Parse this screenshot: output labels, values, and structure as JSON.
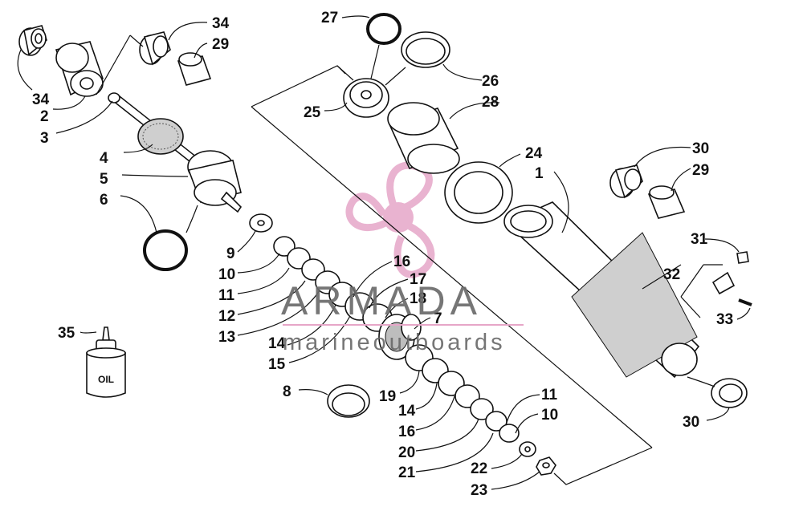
{
  "diagram": {
    "callouts": [
      {
        "id": "c34a",
        "text": "34"
      },
      {
        "id": "c29a",
        "text": "29"
      },
      {
        "id": "c34b",
        "text": "34"
      },
      {
        "id": "c2",
        "text": "2"
      },
      {
        "id": "c3",
        "text": "3"
      },
      {
        "id": "c4",
        "text": "4"
      },
      {
        "id": "c5",
        "text": "5"
      },
      {
        "id": "c6",
        "text": "6"
      },
      {
        "id": "c9",
        "text": "9"
      },
      {
        "id": "c10a",
        "text": "10"
      },
      {
        "id": "c11a",
        "text": "11"
      },
      {
        "id": "c12",
        "text": "12"
      },
      {
        "id": "c13",
        "text": "13"
      },
      {
        "id": "c14a",
        "text": "14"
      },
      {
        "id": "c15",
        "text": "15"
      },
      {
        "id": "c16a",
        "text": "16"
      },
      {
        "id": "c17",
        "text": "17"
      },
      {
        "id": "c18",
        "text": "18"
      },
      {
        "id": "c7",
        "text": "7"
      },
      {
        "id": "c35",
        "text": "35"
      },
      {
        "id": "c8",
        "text": "8"
      },
      {
        "id": "c19",
        "text": "19"
      },
      {
        "id": "c14b",
        "text": "14"
      },
      {
        "id": "c16b",
        "text": "16"
      },
      {
        "id": "c20",
        "text": "20"
      },
      {
        "id": "c21",
        "text": "21"
      },
      {
        "id": "c22",
        "text": "22"
      },
      {
        "id": "c23",
        "text": "23"
      },
      {
        "id": "c11b",
        "text": "11"
      },
      {
        "id": "c10b",
        "text": "10"
      },
      {
        "id": "c27",
        "text": "27"
      },
      {
        "id": "c26",
        "text": "26"
      },
      {
        "id": "c25",
        "text": "25"
      },
      {
        "id": "c28",
        "text": "28"
      },
      {
        "id": "c24",
        "text": "24"
      },
      {
        "id": "c1",
        "text": "1"
      },
      {
        "id": "c30a",
        "text": "30"
      },
      {
        "id": "c29b",
        "text": "29"
      },
      {
        "id": "c31",
        "text": "31"
      },
      {
        "id": "c32",
        "text": "32"
      },
      {
        "id": "c33",
        "text": "33"
      },
      {
        "id": "c30b",
        "text": "30"
      }
    ],
    "oil_bottle_label": "OIL"
  },
  "watermark": {
    "brand": "ARMADA",
    "tagline": "marineoutboards",
    "brand_color": "#e6a6c8"
  }
}
